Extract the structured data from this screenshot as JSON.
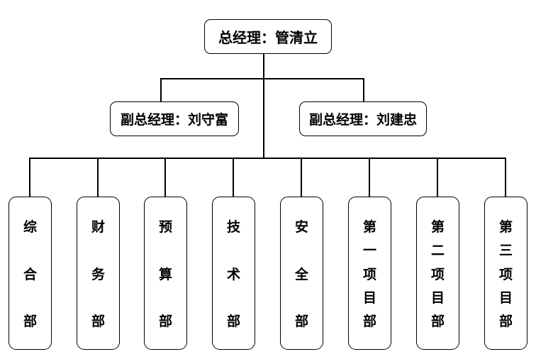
{
  "org": {
    "general_manager": {
      "label": "总经理：管清立"
    },
    "deputy_managers": [
      {
        "label": "副总经理：刘守富"
      },
      {
        "label": "副总经理：刘建忠"
      }
    ],
    "departments": [
      {
        "label": "综合部"
      },
      {
        "label": "财务部"
      },
      {
        "label": "预算部"
      },
      {
        "label": "技术部"
      },
      {
        "label": "安全部"
      },
      {
        "label": "第一项目部"
      },
      {
        "label": "第二项目部"
      },
      {
        "label": "第三项目部"
      }
    ]
  },
  "colors": {
    "background": "#ffffff",
    "node_fill": "#ffffff",
    "node_border": "#000000",
    "connector_line": "#000000",
    "text": "#000000"
  }
}
